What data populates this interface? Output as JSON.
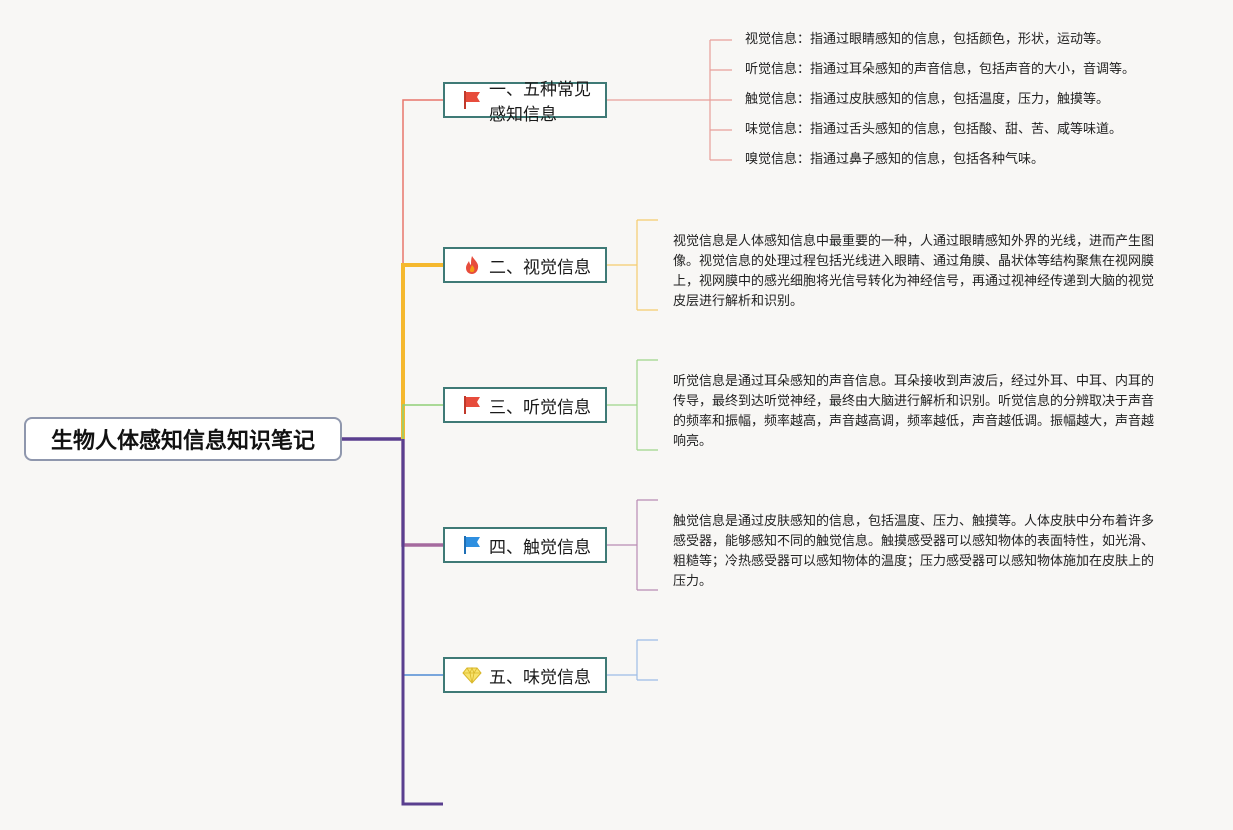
{
  "root": {
    "label": "生物人体感知信息知识笔记"
  },
  "branches": [
    {
      "label": "一、五种常见感知信息",
      "icon": "red-flag-icon",
      "color": "#e8776d",
      "leaves": [
        "视觉信息：指通过眼睛感知的信息，包括颜色，形状，运动等。",
        "听觉信息：指通过耳朵感知的声音信息，包括声音的大小，音调等。",
        "触觉信息：指通过皮肤感知的信息，包括温度，压力，触摸等。",
        "味觉信息：指通过舌头感知的信息，包括酸、甜、苦、咸等味道。",
        "嗅觉信息：指通过鼻子感知的信息，包括各种气味。"
      ]
    },
    {
      "label": "二、视觉信息",
      "icon": "fire-icon",
      "color": "#f5b82e",
      "paragraph": "视觉信息是人体感知信息中最重要的一种，人通过眼睛感知外界的光线，进而产生图像。视觉信息的处理过程包括光线进入眼睛、通过角膜、晶状体等结构聚焦在视网膜上，视网膜中的感光细胞将光信号转化为神经信号，再通过视神经传递到大脑的视觉皮层进行解析和识别。"
    },
    {
      "label": "三、听觉信息",
      "icon": "red-flag-icon",
      "color": "#8fcf77",
      "paragraph": "听觉信息是通过耳朵感知的声音信息。耳朵接收到声波后，经过外耳、中耳、内耳的传导，最终到达听觉神经，最终由大脑进行解析和识别。听觉信息的分辨取决于声音的频率和振幅，频率越高，声音越高调，频率越低，声音越低调。振幅越大，声音越响亮。"
    },
    {
      "label": "四、触觉信息",
      "icon": "blue-flag-icon",
      "color": "#a56a9e",
      "paragraph": "触觉信息是通过皮肤感知的信息，包括温度、压力、触摸等。人体皮肤中分布着许多感受器，能够感知不同的触觉信息。触摸感受器可以感知物体的表面特性，如光滑、粗糙等；冷热感受器可以感知物体的温度；压力感受器可以感知物体施加在皮肤上的压力。"
    },
    {
      "label": "五、味觉信息",
      "icon": "diamond-icon",
      "color": "#79a6dc"
    }
  ],
  "colors": {
    "trunk": "#5a3f8f",
    "node_border": "#3f7a76"
  }
}
